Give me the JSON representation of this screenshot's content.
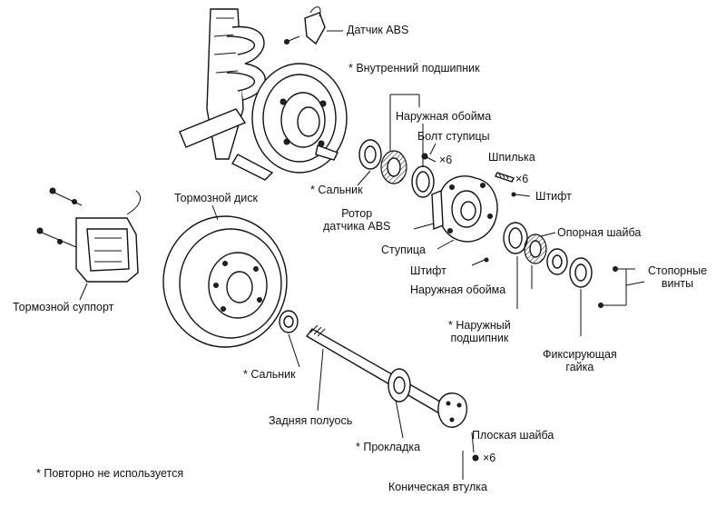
{
  "labels": {
    "abs_sensor": "Датчик ABS",
    "inner_bearing": "* Внутренний подшипник",
    "outer_race_top": "Наружная обойма",
    "hub_bolt": "Болт ступицы",
    "hub_bolt_qty": "×6",
    "stud": "Шпилька",
    "stud_qty": "×6",
    "oil_seal_top": "* Сальник",
    "pin_right": "Штифт",
    "abs_rotor": "Ротор\nдатчика ABS",
    "support_washer": "Опорная шайба",
    "brake_disc": "Тормозной диск",
    "hub": "Ступица",
    "pin_bottom": "Штифт",
    "outer_race_bottom": "Наружная обойма",
    "set_screws": "Стопорные\nвинты",
    "brake_caliper": "Тормозной суппорт",
    "outer_bearing": "* Наружный\nподшипник",
    "lock_nut": "Фиксирующая\nгайка",
    "oil_seal_bottom": "* Сальник",
    "rear_axle_shaft": "Задняя полуось",
    "gasket": "* Прокладка",
    "flat_washer": "Плоская шайба",
    "flat_washer_qty": "×6",
    "cone_bushing": "Коническая втулка",
    "footnote": "* Повторно не используется"
  }
}
